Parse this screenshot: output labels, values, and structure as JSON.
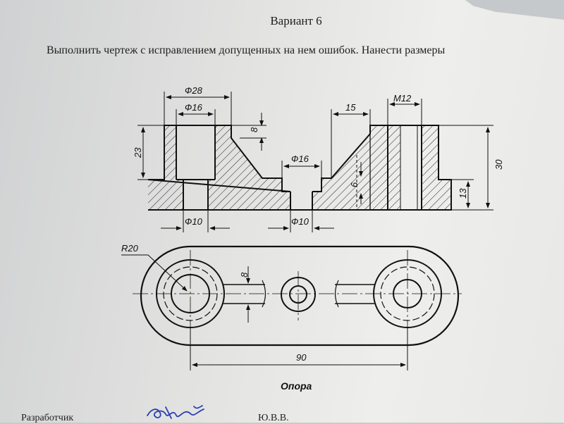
{
  "header": {
    "variant": "Вариант 6",
    "task": "Выполнить чертеж с исправлением допущенных на нем  ошибок. Нанести размеры"
  },
  "drawing": {
    "caption": "Опора",
    "dimensions": {
      "outer_dia": "Ф28",
      "inner_dia": "Ф16",
      "depth": "8",
      "left_height": "23",
      "center_dia": "Ф16",
      "base_hole_left": "Ф10",
      "base_hole_center": "Ф10",
      "slope_width": "15",
      "thread": "M12",
      "base_height": "6",
      "total_height": "30",
      "right_base": "13",
      "radius": "R20",
      "slot_width": "8",
      "length": "90"
    }
  },
  "footer": {
    "developer_label": "Разработчик",
    "developer_name": "Ю.В.В."
  }
}
